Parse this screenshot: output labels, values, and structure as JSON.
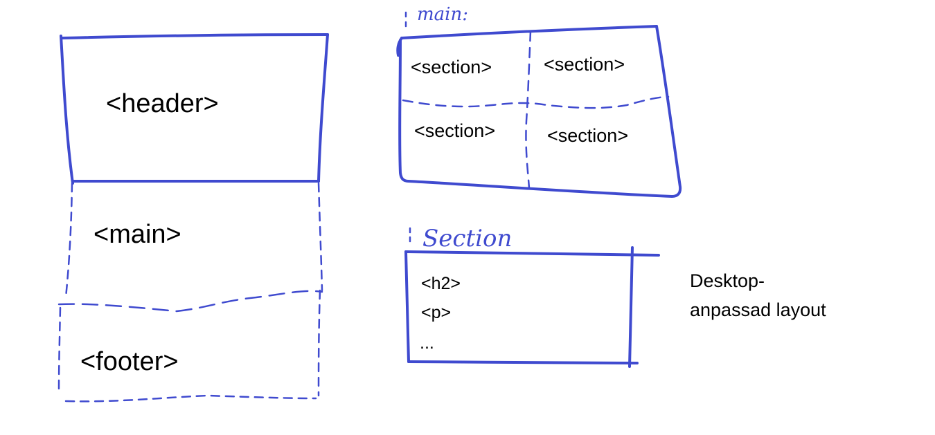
{
  "accent_color": "#3F4ACF",
  "page_layout": {
    "header": "<header>",
    "main": "<main>",
    "footer": "<footer>"
  },
  "main_grid": {
    "heading": "main:",
    "sections": [
      "<section>",
      "<section>",
      "<section>",
      "<section>"
    ]
  },
  "section_box": {
    "heading": "Section",
    "items": [
      "<h2>",
      "<p>",
      "..."
    ]
  },
  "note": {
    "line1": "Desktop-",
    "line2": "anpassad layout"
  }
}
